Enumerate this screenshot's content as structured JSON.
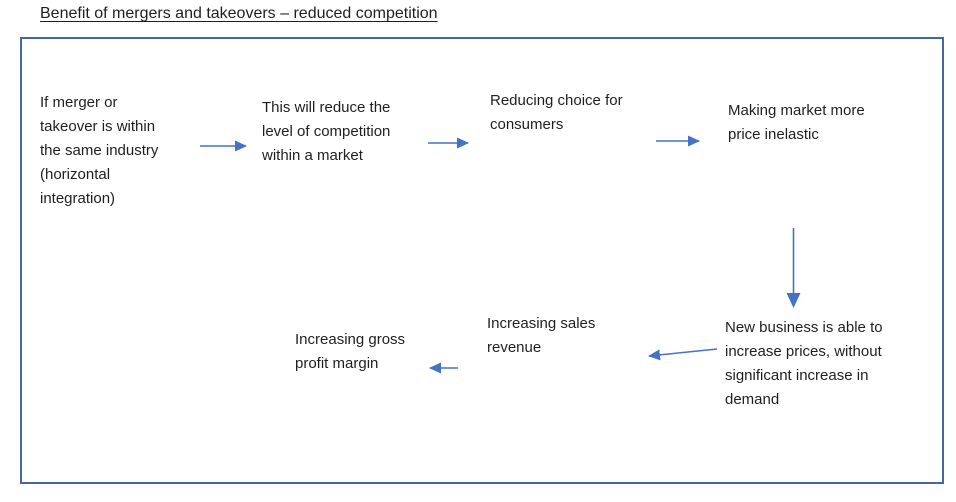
{
  "title": "Benefit of mergers and takeovers – reduced competition",
  "colors": {
    "arrow": "#4472C4",
    "box_border": "#4666a3",
    "text": "#1f1f1f"
  },
  "diagram": {
    "type": "flowchart",
    "nodes": [
      {
        "id": "horizontal-integration",
        "text": "If merger or\ntakeover is within\nthe same industry\n(horizontal\nintegration)"
      },
      {
        "id": "reduce-competition",
        "text": "This will reduce the\nlevel of competition\nwithin a market"
      },
      {
        "id": "reducing-choice",
        "text": "Reducing choice for\nconsumers"
      },
      {
        "id": "price-inelastic",
        "text": "Making market more\nprice inelastic"
      },
      {
        "id": "increase-prices",
        "text": "New business is able to\nincrease prices, without\nsignificant increase in\ndemand"
      },
      {
        "id": "sales-revenue",
        "text": "Increasing sales\nrevenue"
      },
      {
        "id": "gross-profit-margin",
        "text": "Increasing gross\nprofit margin"
      }
    ],
    "arrows": [
      {
        "from": "horizontal-integration",
        "to": "reduce-competition",
        "direction": "right"
      },
      {
        "from": "reduce-competition",
        "to": "reducing-choice",
        "direction": "right"
      },
      {
        "from": "reducing-choice",
        "to": "price-inelastic",
        "direction": "right"
      },
      {
        "from": "price-inelastic",
        "to": "increase-prices",
        "direction": "down"
      },
      {
        "from": "increase-prices",
        "to": "sales-revenue",
        "direction": "left"
      },
      {
        "from": "sales-revenue",
        "to": "gross-profit-margin",
        "direction": "left"
      }
    ]
  }
}
